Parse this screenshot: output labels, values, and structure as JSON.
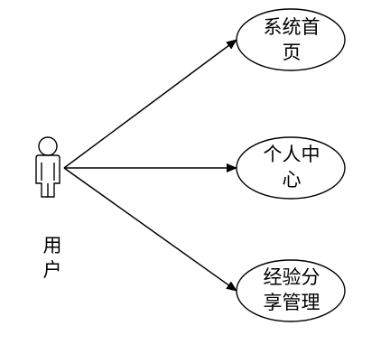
{
  "actor": {
    "label_lines": [
      "用",
      "户"
    ],
    "icon": "stick-figure-actor-icon"
  },
  "use_cases": [
    {
      "id": "home",
      "label_lines": [
        "系统首",
        "页"
      ]
    },
    {
      "id": "personal",
      "label_lines": [
        "个人中",
        "心"
      ]
    },
    {
      "id": "experience",
      "label_lines": [
        "经验分",
        "享管理"
      ]
    }
  ],
  "colors": {
    "stroke": "#000000",
    "background": "#ffffff"
  }
}
